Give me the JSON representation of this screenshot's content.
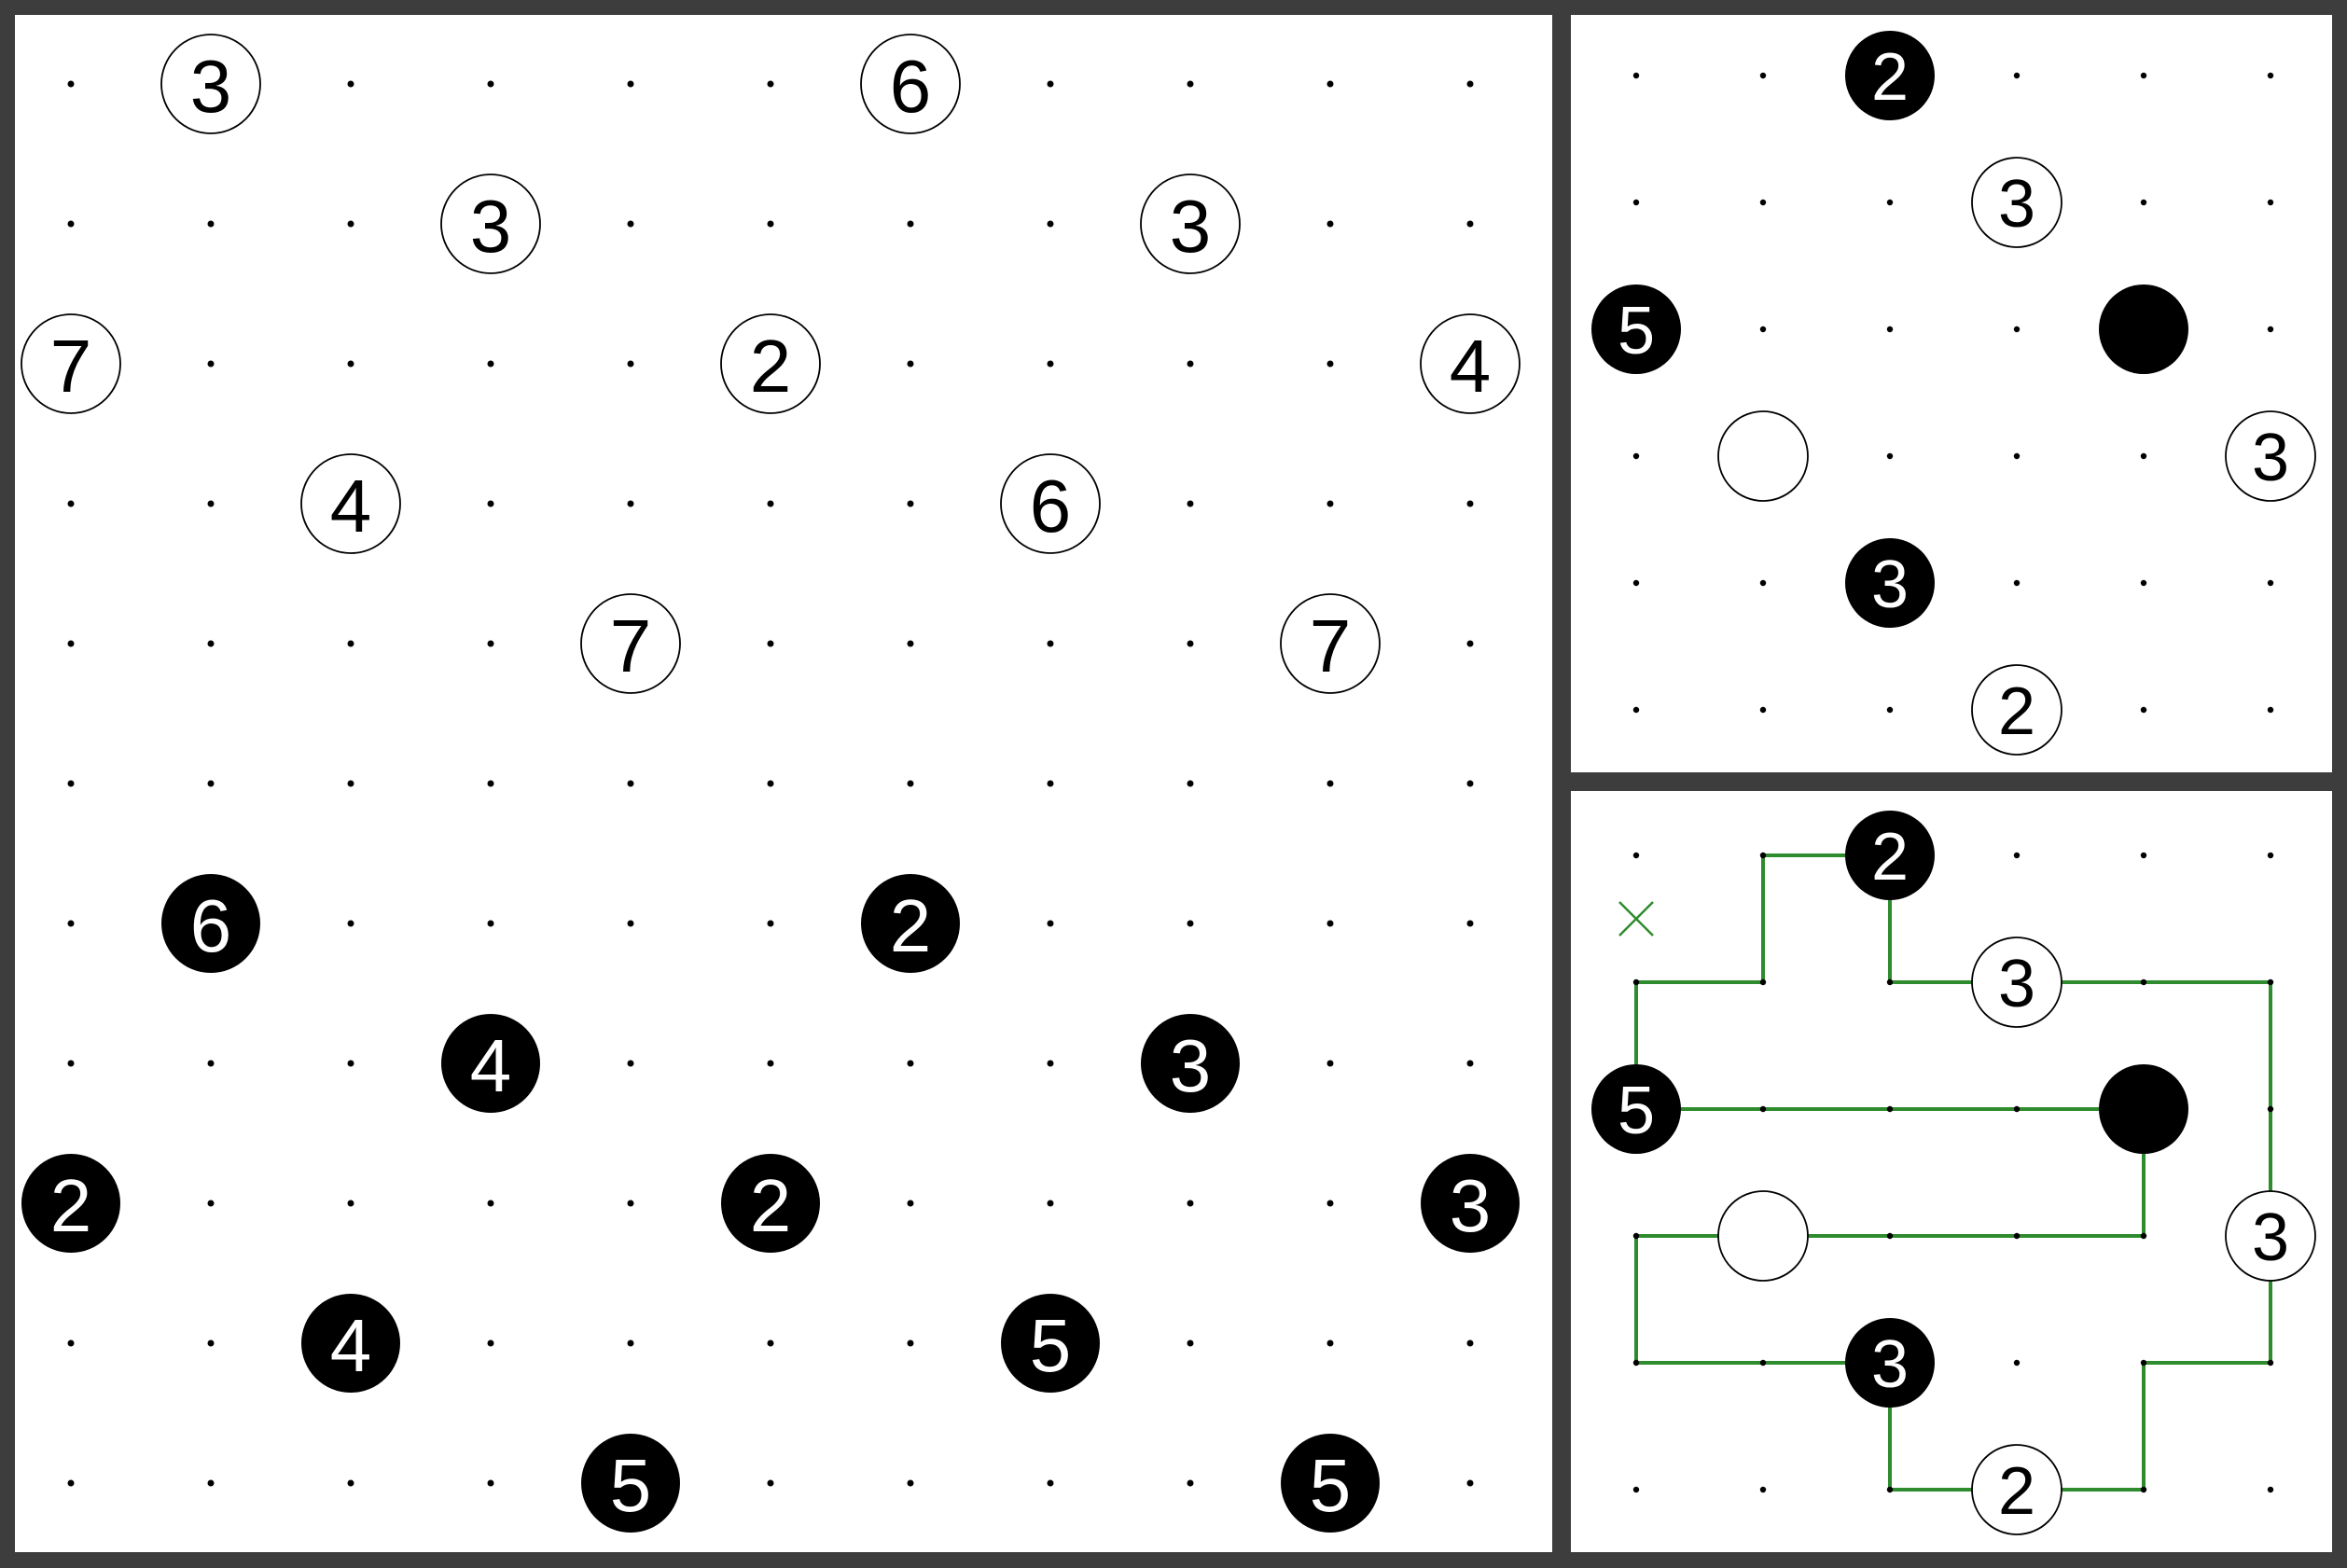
{
  "colors": {
    "background": "#3d3d3d",
    "panel": "#ffffff",
    "dot": "#000000",
    "black_pearl": "#000000",
    "white_pearl": "#ffffff",
    "loop_line": "#2e8b2e",
    "cross_mark": "#2e8b2e"
  },
  "main_puzzle": {
    "rows": 11,
    "cols": 11,
    "clues": [
      {
        "row": 0,
        "col": 1,
        "color": "white",
        "value": "3"
      },
      {
        "row": 0,
        "col": 6,
        "color": "white",
        "value": "6"
      },
      {
        "row": 1,
        "col": 3,
        "color": "white",
        "value": "3"
      },
      {
        "row": 1,
        "col": 8,
        "color": "white",
        "value": "3"
      },
      {
        "row": 2,
        "col": 0,
        "color": "white",
        "value": "7"
      },
      {
        "row": 2,
        "col": 5,
        "color": "white",
        "value": "2"
      },
      {
        "row": 2,
        "col": 10,
        "color": "white",
        "value": "4"
      },
      {
        "row": 3,
        "col": 2,
        "color": "white",
        "value": "4"
      },
      {
        "row": 3,
        "col": 7,
        "color": "white",
        "value": "6"
      },
      {
        "row": 4,
        "col": 4,
        "color": "white",
        "value": "7"
      },
      {
        "row": 4,
        "col": 9,
        "color": "white",
        "value": "7"
      },
      {
        "row": 6,
        "col": 1,
        "color": "black",
        "value": "6"
      },
      {
        "row": 6,
        "col": 6,
        "color": "black",
        "value": "2"
      },
      {
        "row": 7,
        "col": 3,
        "color": "black",
        "value": "4"
      },
      {
        "row": 7,
        "col": 8,
        "color": "black",
        "value": "3"
      },
      {
        "row": 8,
        "col": 0,
        "color": "black",
        "value": "2"
      },
      {
        "row": 8,
        "col": 5,
        "color": "black",
        "value": "2"
      },
      {
        "row": 8,
        "col": 10,
        "color": "black",
        "value": "3"
      },
      {
        "row": 9,
        "col": 2,
        "color": "black",
        "value": "4"
      },
      {
        "row": 9,
        "col": 7,
        "color": "black",
        "value": "5"
      },
      {
        "row": 10,
        "col": 4,
        "color": "black",
        "value": "5"
      },
      {
        "row": 10,
        "col": 9,
        "color": "black",
        "value": "5"
      }
    ]
  },
  "example_puzzle": {
    "rows": 6,
    "cols": 6,
    "clues": [
      {
        "row": 0,
        "col": 2,
        "color": "black",
        "value": "2"
      },
      {
        "row": 1,
        "col": 3,
        "color": "white",
        "value": "3"
      },
      {
        "row": 2,
        "col": 0,
        "color": "black",
        "value": "5"
      },
      {
        "row": 2,
        "col": 4,
        "color": "black",
        "value": ""
      },
      {
        "row": 3,
        "col": 1,
        "color": "white",
        "value": ""
      },
      {
        "row": 3,
        "col": 5,
        "color": "white",
        "value": "3"
      },
      {
        "row": 4,
        "col": 2,
        "color": "black",
        "value": "3"
      },
      {
        "row": 5,
        "col": 3,
        "color": "white",
        "value": "2"
      }
    ]
  },
  "example_solution": {
    "rows": 6,
    "cols": 6,
    "clues": [
      {
        "row": 0,
        "col": 2,
        "color": "black",
        "value": "2"
      },
      {
        "row": 1,
        "col": 3,
        "color": "white",
        "value": "3"
      },
      {
        "row": 2,
        "col": 0,
        "color": "black",
        "value": "5"
      },
      {
        "row": 2,
        "col": 4,
        "color": "black",
        "value": ""
      },
      {
        "row": 3,
        "col": 1,
        "color": "white",
        "value": ""
      },
      {
        "row": 3,
        "col": 5,
        "color": "white",
        "value": "3"
      },
      {
        "row": 4,
        "col": 2,
        "color": "black",
        "value": "3"
      },
      {
        "row": 5,
        "col": 3,
        "color": "white",
        "value": "2"
      }
    ],
    "loop": [
      [
        0,
        1
      ],
      [
        0,
        2
      ],
      [
        1,
        2
      ],
      [
        1,
        3
      ],
      [
        1,
        4
      ],
      [
        1,
        5
      ],
      [
        2,
        5
      ],
      [
        3,
        5
      ],
      [
        4,
        5
      ],
      [
        4,
        4
      ],
      [
        5,
        4
      ],
      [
        5,
        3
      ],
      [
        5,
        2
      ],
      [
        4,
        2
      ],
      [
        4,
        1
      ],
      [
        4,
        0
      ],
      [
        3,
        0
      ],
      [
        3,
        1
      ],
      [
        3,
        2
      ],
      [
        3,
        3
      ],
      [
        3,
        4
      ],
      [
        2,
        4
      ],
      [
        2,
        3
      ],
      [
        2,
        2
      ],
      [
        2,
        1
      ],
      [
        2,
        0
      ],
      [
        1,
        0
      ],
      [
        1,
        1
      ],
      [
        0,
        1
      ]
    ],
    "crosses": [
      {
        "row": 0.5,
        "col": 0
      }
    ]
  }
}
